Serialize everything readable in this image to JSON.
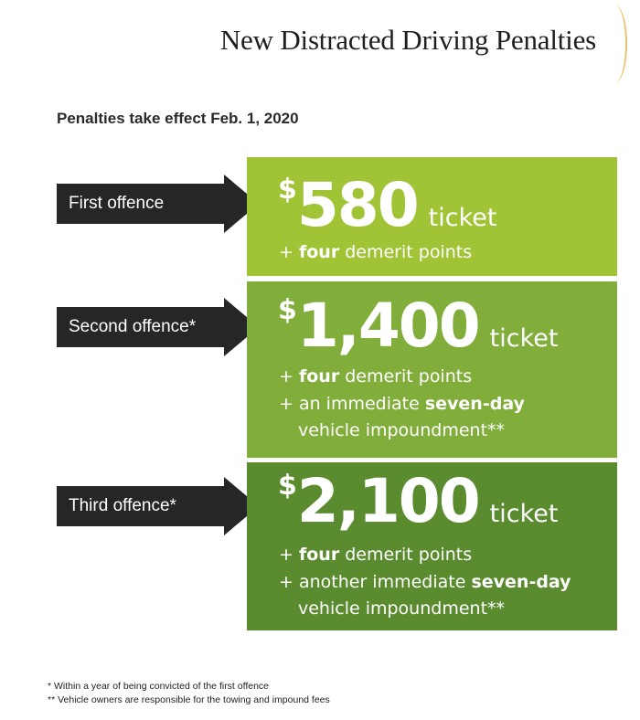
{
  "header": {
    "title": "New Distracted Driving Penalties",
    "subtitle": "Penalties take effect Feb. 1, 2020"
  },
  "offences": [
    {
      "label": "First offence",
      "dollar_sign": "$",
      "amount": "580",
      "ticket_word": "ticket",
      "details": [
        {
          "prefix": "+ ",
          "bold": "four",
          "suffix": " demerit points"
        }
      ]
    },
    {
      "label": "Second offence*",
      "dollar_sign": "$",
      "amount": "1,400",
      "ticket_word": "ticket",
      "details": [
        {
          "prefix": "+ ",
          "bold": "four",
          "suffix": " demerit points"
        },
        {
          "prefix": "+ an immediate ",
          "bold": "seven-day",
          "suffix": ""
        },
        {
          "prefix": "vehicle impoundment**",
          "bold": "",
          "suffix": ""
        }
      ]
    },
    {
      "label": "Third offence*",
      "dollar_sign": "$",
      "amount": "2,100",
      "ticket_word": "ticket",
      "details": [
        {
          "prefix": "+ ",
          "bold": "four",
          "suffix": " demerit points"
        },
        {
          "prefix": "+ another immediate ",
          "bold": "seven-day",
          "suffix": ""
        },
        {
          "prefix": "vehicle impoundment**",
          "bold": "",
          "suffix": ""
        }
      ]
    }
  ],
  "footnotes": [
    "* Within a year of being convicted of the first offence",
    "** Vehicle owners are responsible for the towing and impound fees"
  ],
  "colors": {
    "first_box": "#a1c437",
    "second_box": "#81ad3b",
    "third_box": "#5a8b2f",
    "arrow": "#262626",
    "accent_bracket": "#e7c26a"
  }
}
